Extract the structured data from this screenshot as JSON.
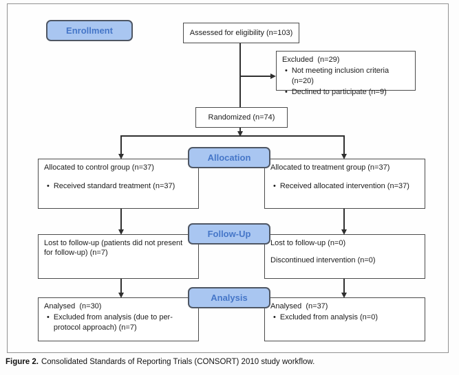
{
  "glyphs": {
    "bullet": "•"
  },
  "colors": {
    "stage_fill": "#a9c6f1",
    "stage_border": "#4e5663",
    "stage_text": "#4576c8",
    "box_border": "#4a4a4a",
    "connector": "#2f2f2f",
    "frame_border": "#909090"
  },
  "stages": {
    "enrollment": "Enrollment",
    "allocation": "Allocation",
    "followup": "Follow-Up",
    "analysis": "Analysis"
  },
  "boxes": {
    "assessed": {
      "text": "Assessed for eligibility (n=103)"
    },
    "excluded": {
      "title": "Excluded  (n=29)",
      "bullets": [
        "Not meeting inclusion criteria (n=20)",
        "Declined to participate (n=9)"
      ]
    },
    "randomized": {
      "text": "Randomized (n=74)"
    },
    "alloc_left": {
      "title": "Allocated to control group (n=37)",
      "bullets": [
        "Received standard treatment (n=37)"
      ]
    },
    "alloc_right": {
      "title": "Allocated to treatment group (n=37)",
      "bullets": [
        "Received allocated intervention (n=37)"
      ]
    },
    "followup_left": {
      "lines": [
        "Lost to follow-up (patients did not present for follow-up) (n=7)"
      ]
    },
    "followup_right": {
      "lines": [
        "Lost to follow-up (n=0)",
        "Discontinued intervention (n=0)"
      ]
    },
    "analysis_left": {
      "title": "Analysed  (n=30)",
      "bullets": [
        "Excluded from analysis (due to per-protocol approach) (n=7)"
      ]
    },
    "analysis_right": {
      "title": "Analysed  (n=37)",
      "bullets": [
        "Excluded from analysis (n=0)"
      ]
    }
  },
  "figure": {
    "caption_label": "Figure 2.",
    "caption_text": "Consolidated Standards of Reporting Trials (CONSORT) 2010 study workflow."
  }
}
